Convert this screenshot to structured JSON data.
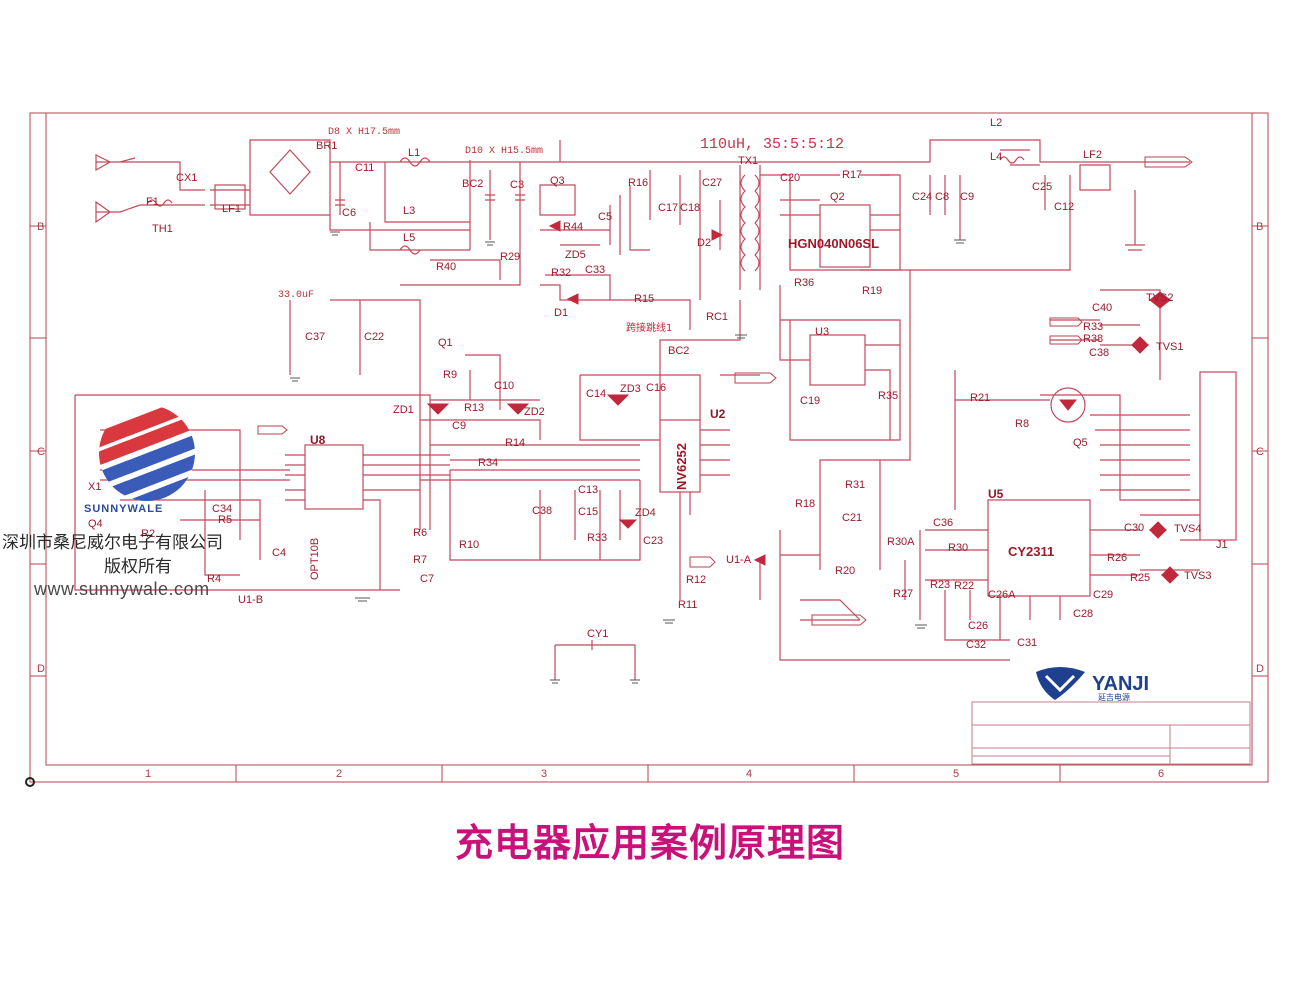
{
  "caption": "充电器应用案例原理图",
  "watermark": {
    "brand": "SUNNYWALE",
    "company": "深圳市桑尼威尔电子有限公司",
    "rights": "版权所有",
    "website": "www.sunnywale.com"
  },
  "notes": {
    "bridge_size": "D8 X H17.5mm",
    "cap_size": "D10 X H15.5mm",
    "transformer_spec": "110uH, 35:5:5:12",
    "cap_value": "33.0uF",
    "short_note": "跨接跳线1"
  },
  "chips": {
    "u8": "U8",
    "nv6252": "NV6252",
    "u2": "U2",
    "mosfet": "HGN040N06SL",
    "q2": "Q2",
    "u3": "U3",
    "u5": "U5",
    "cy2311": "CY2311",
    "opto": "OPT10B",
    "u1a": "U1-A",
    "u1b": "U1-B",
    "j1": "J1"
  },
  "components": [
    "CX1",
    "F1",
    "TH1",
    "LF1",
    "BR1",
    "C11",
    "L1",
    "C6",
    "L3",
    "L5",
    "BC2",
    "C3",
    "Q3",
    "R16",
    "C17",
    "C18",
    "C27",
    "TX1",
    "C20",
    "R17",
    "C24",
    "C8",
    "C9",
    "L2",
    "L4",
    "C25",
    "C12",
    "LF2",
    "R44",
    "C5",
    "ZD5",
    "D2",
    "R40",
    "R29",
    "R32",
    "C33",
    "D1",
    "R15",
    "RC1",
    "R36",
    "R19",
    "C37",
    "C22",
    "Q1",
    "R9",
    "C10",
    "ZD1",
    "R13",
    "ZD2",
    "C9",
    "R14",
    "R34",
    "C14",
    "ZD3",
    "C16",
    "BC2",
    "C19",
    "R35",
    "R21",
    "R8",
    "Q5",
    "C40",
    "TVS2",
    "R33",
    "R38",
    "C38",
    "TVS1",
    "R18",
    "R31",
    "C21",
    "R20",
    "C36",
    "R30A",
    "R30",
    "R27",
    "R23",
    "R22",
    "C26A",
    "C26",
    "C32",
    "C31",
    "C28",
    "C30",
    "TVS4",
    "R26",
    "R25",
    "C29",
    "TVS3",
    "C38",
    "C13",
    "C15",
    "R33",
    "ZD4",
    "C23",
    "R12",
    "R11",
    "CY1",
    "R6",
    "R7",
    "R10",
    "C7",
    "C34",
    "R5",
    "R2",
    "R4",
    "C4",
    "Q4",
    "X1"
  ],
  "logo": {
    "name": "YANJI",
    "sub": "延吉电源"
  },
  "grid": {
    "columns": [
      "1",
      "2",
      "3",
      "4",
      "5",
      "6"
    ],
    "rows": [
      "B",
      "C",
      "D"
    ]
  }
}
